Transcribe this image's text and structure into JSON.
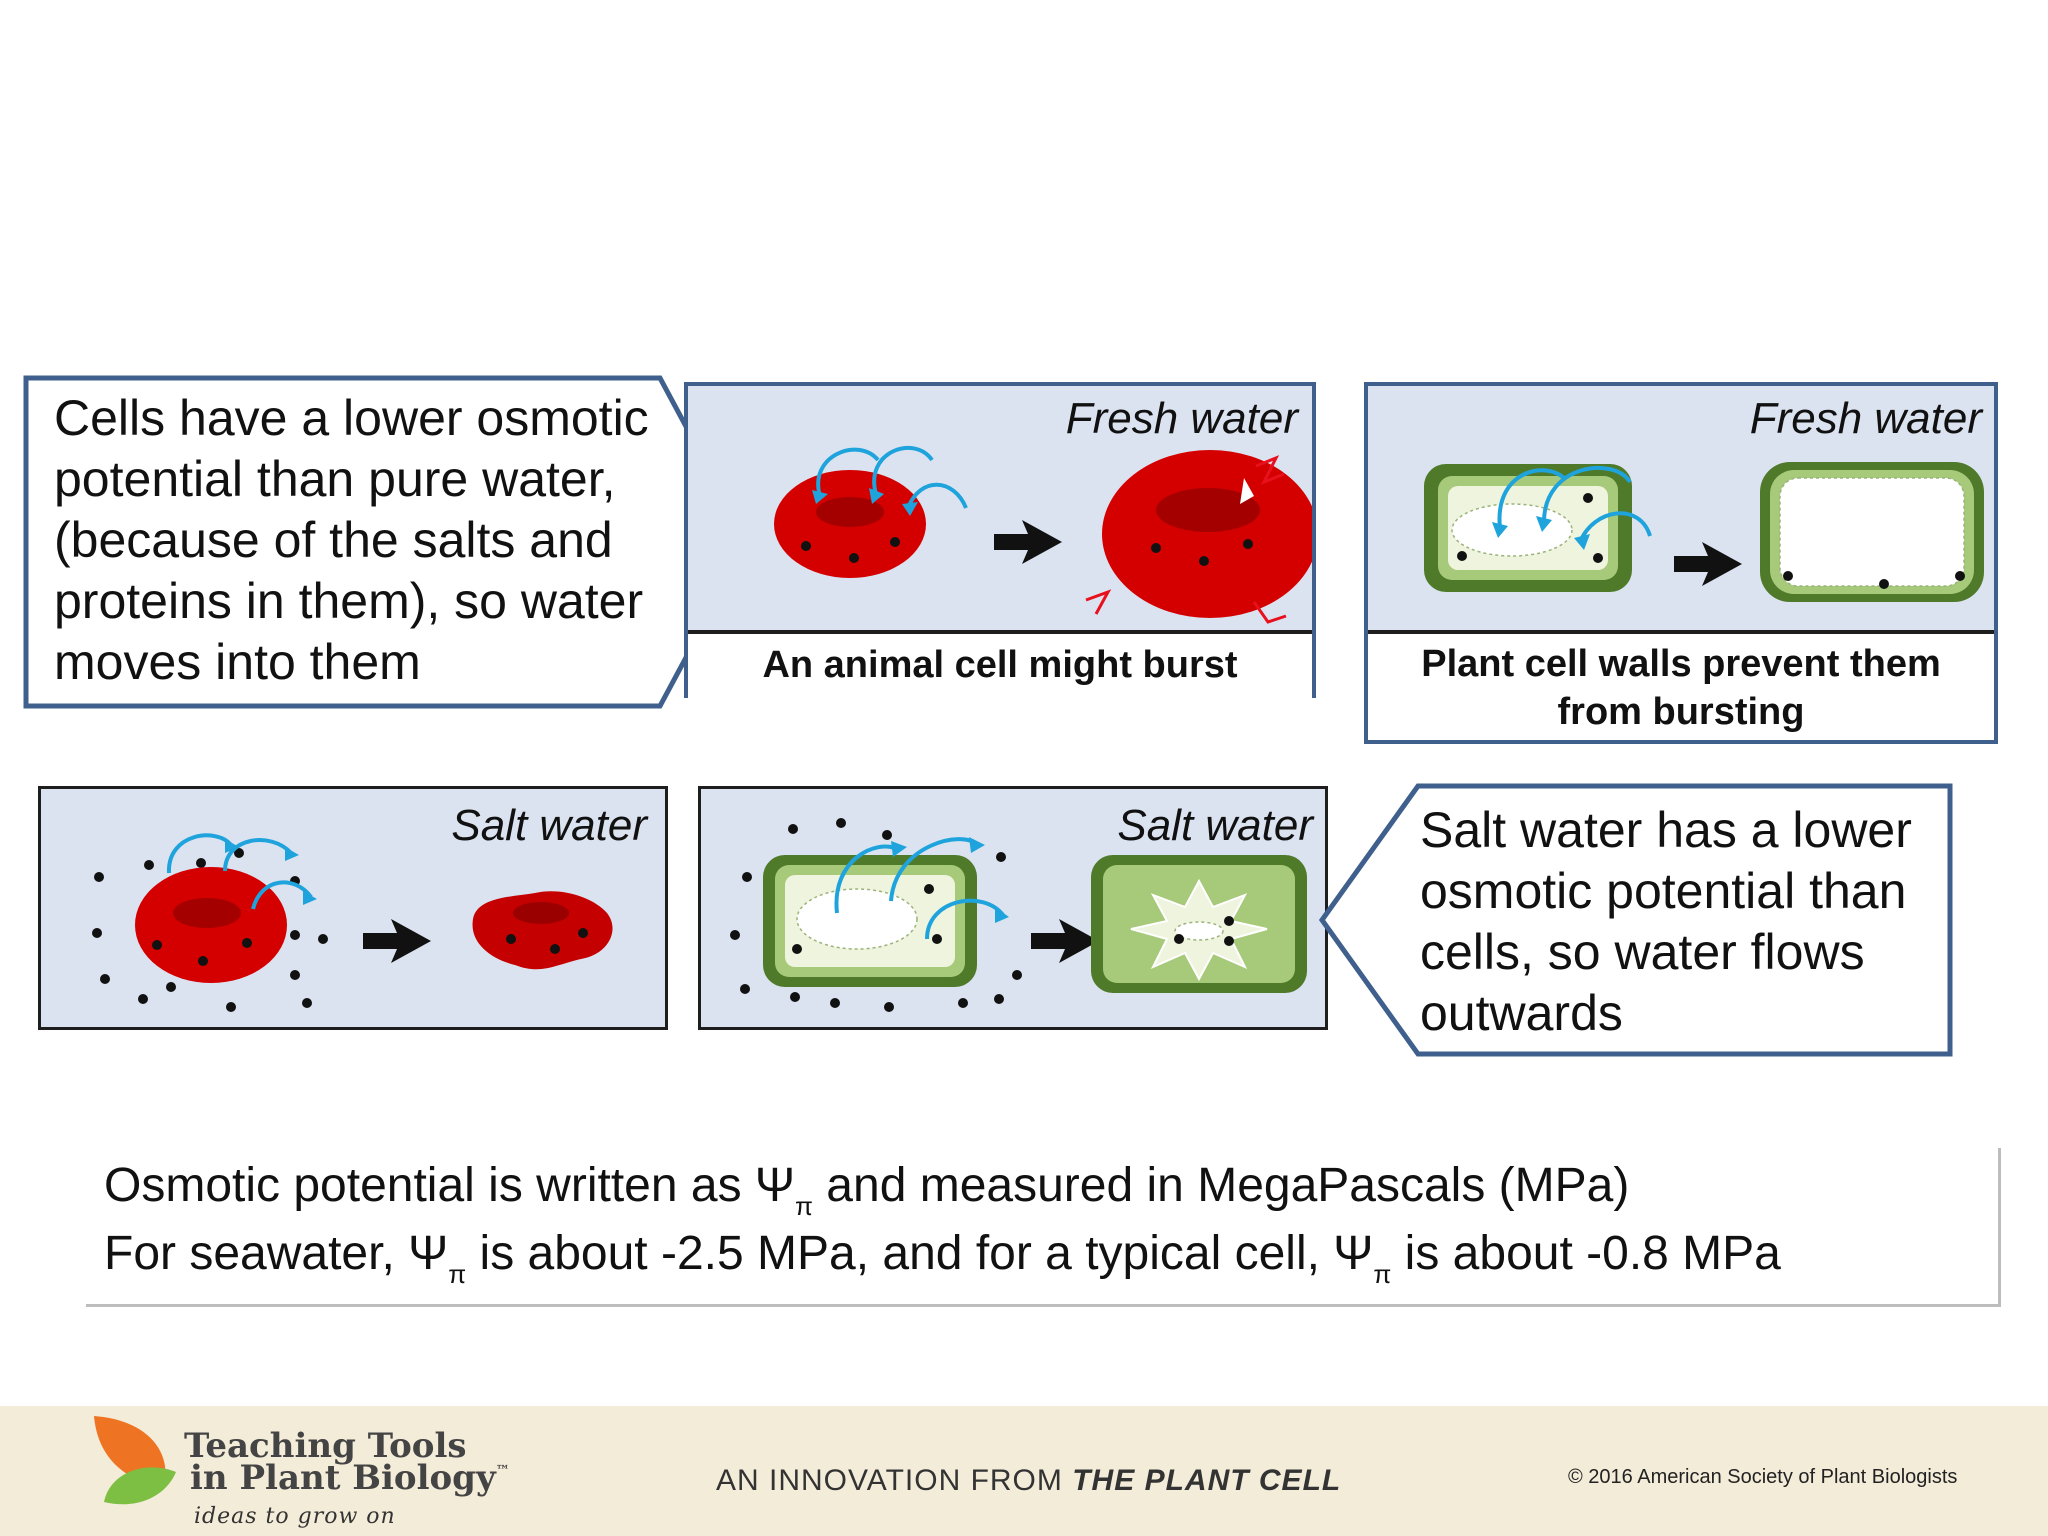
{
  "callouts": {
    "fresh": "Cells have a lower osmotic potential than pure water, (because of the salts and proteins in them), so water moves into them",
    "salt": "Salt water has a lower osmotic potential than cells, so water flows outwards"
  },
  "panels": {
    "animal_fresh": {
      "label": "Fresh water",
      "caption": "An animal cell might burst"
    },
    "plant_fresh": {
      "label": "Fresh water",
      "caption_line1": "Plant cell walls prevent them",
      "caption_line2": "from bursting"
    },
    "animal_salt": {
      "label": "Salt water"
    },
    "plant_salt": {
      "label": "Salt water"
    }
  },
  "note": {
    "line1_a": "Osmotic potential is written as Ψ",
    "line1_sub": "π",
    "line1_b": " and measured in MegaPascals (MPa)",
    "line2_a": "For seawater, Ψ",
    "line2_sub1": "π",
    "line2_b": " is about -2.5 MPa, and for a typical cell, Ψ",
    "line2_sub2": "π",
    "line2_c": " is about -0.8 MPa"
  },
  "footer": {
    "logo_line1": "Teaching Tools",
    "logo_line2": "in Plant Biology",
    "logo_tm": "™",
    "logo_tagline": "ideas to grow on",
    "innovation_prefix": "AN INNOVATION FROM ",
    "innovation_journal": "THE PLANT CELL",
    "copyright": "©  2016 American Society of Plant Biologists"
  },
  "colors": {
    "panel_bg": "#dbe3f0",
    "callout_border": "#3f5f8c",
    "blood_red": "#d40000",
    "water_arrow": "#1fa3dc",
    "burst_red": "#e8101c",
    "plant_dark": "#4f7a2a",
    "plant_light": "#a7c97a",
    "footer_bg": "#f3ecd9"
  }
}
